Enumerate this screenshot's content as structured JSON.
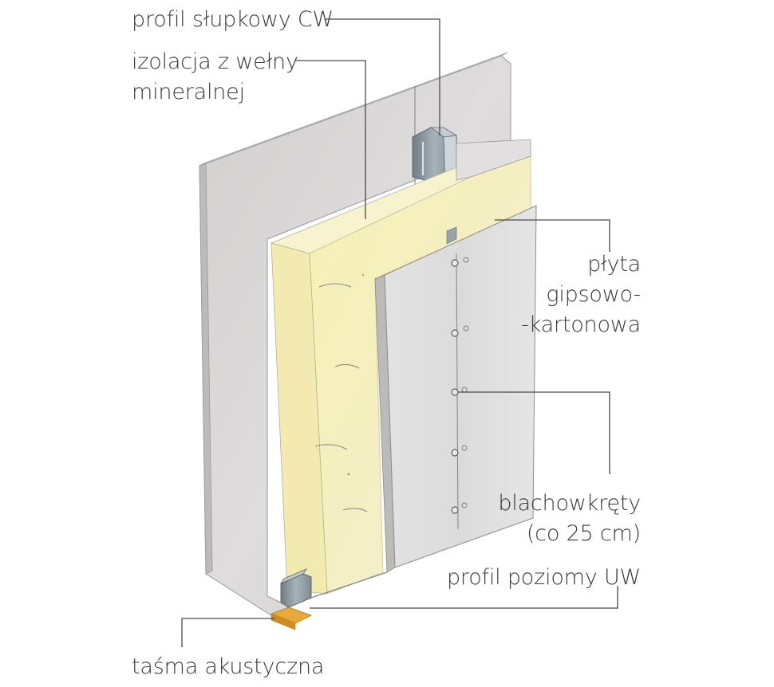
{
  "labels": {
    "stud_profile": "profil słupkowy CW",
    "insulation_line1": "izolacja z wełny",
    "insulation_line2": "mineralnej",
    "board_line1": "płyta",
    "board_line2": "gipsowo-",
    "board_line3": "-kartonowa",
    "screws_line1": "blachowkręty",
    "screws_line2": "(co 25 cm)",
    "track_profile": "profil poziomy UW",
    "acoustic_tape": "taśma akustyczna"
  },
  "colors": {
    "background": "#ffffff",
    "board": "#dcdada",
    "board_shade": "#c9c6c6",
    "insulation": "#f3efbd",
    "insulation_edge": "#fbf6cf",
    "metal": "#8e9ba3",
    "tape": "#e9a93a",
    "leader": "#4a4a4a",
    "text": "#3a3a3a"
  }
}
